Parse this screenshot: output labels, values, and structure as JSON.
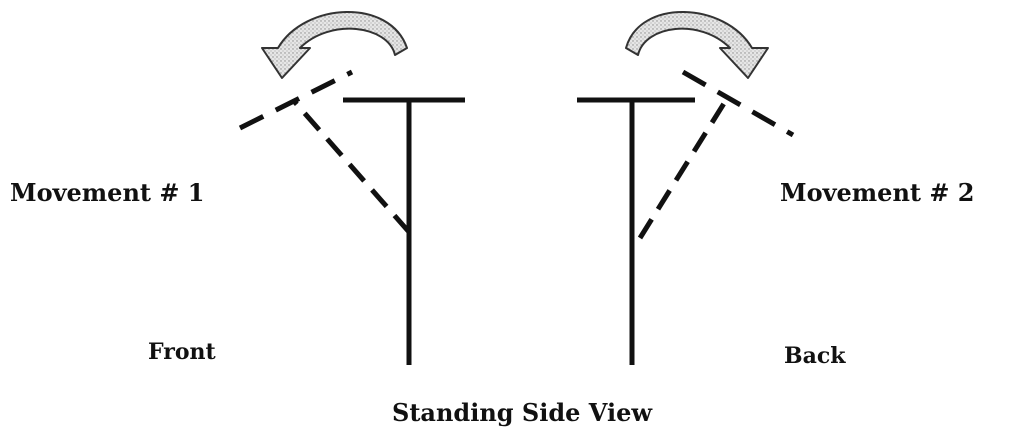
{
  "labels": {
    "movement1": "Movement # 1",
    "movement2": "Movement # 2",
    "front": "Front",
    "back": "Back",
    "caption": "Standing Side View"
  },
  "colors": {
    "line": "#111111",
    "arrow_fill": "#d9d9d9",
    "arrow_stroke": "#333333"
  }
}
